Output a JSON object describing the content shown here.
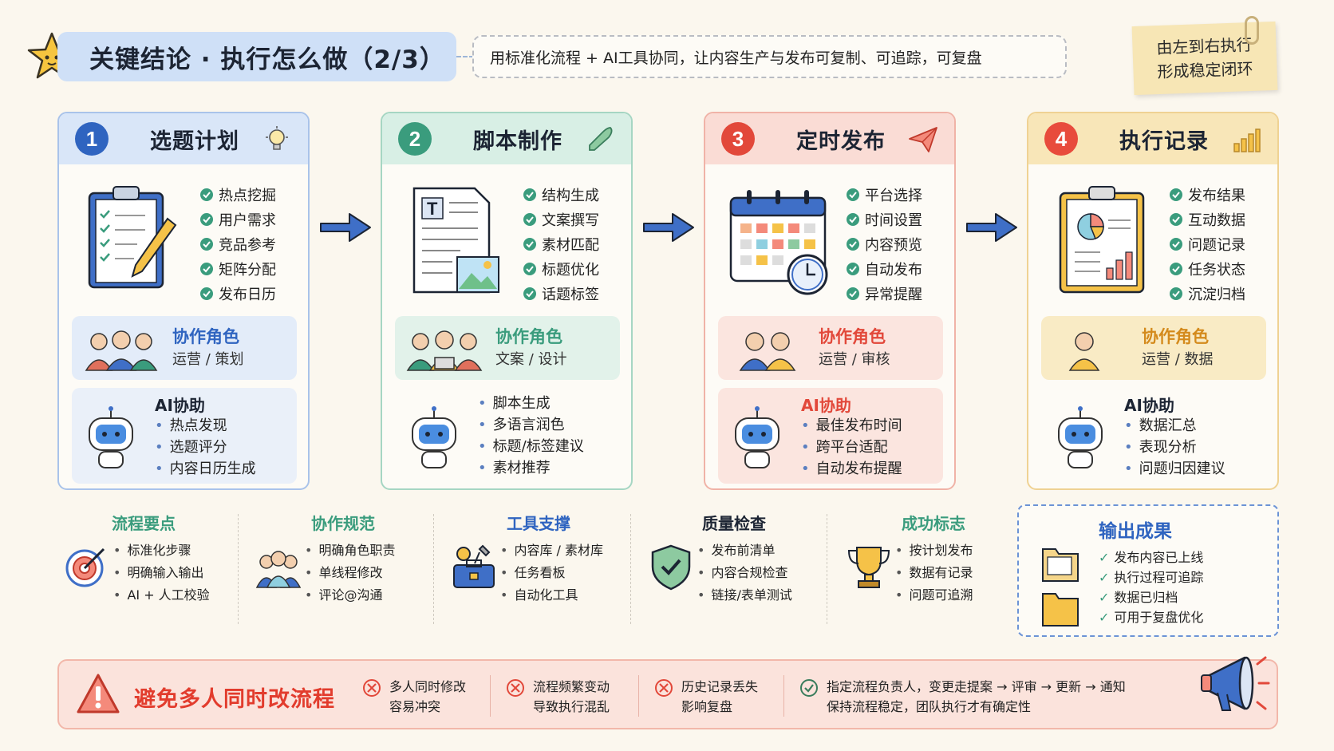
{
  "header": {
    "title": "关键结论 · 执行怎么做（2/3）",
    "subtitle": "用标准化流程 + AI工具协同，让内容生产与发布可复制、可追踪，可复盘",
    "note_line1": "由左到右执行",
    "note_line2": "形成稳定闭环"
  },
  "steps": [
    {
      "num": "1",
      "title": "选题计划",
      "color": "#2f64c0",
      "head_bg": "#d9e6f8",
      "items": [
        "热点挖掘",
        "用户需求",
        "竞品参考",
        "矩阵分配",
        "发布日历"
      ],
      "role_title": "协作角色",
      "role_sub": "运营 / 策划",
      "ai_title": "AI协助",
      "ai_items": [
        "热点发现",
        "选题评分",
        "内容日历生成"
      ]
    },
    {
      "num": "2",
      "title": "脚本制作",
      "color": "#3a9c7d",
      "head_bg": "#d8efe5",
      "items": [
        "结构生成",
        "文案撰写",
        "素材匹配",
        "标题优化",
        "话题标签"
      ],
      "role_title": "协作角色",
      "role_sub": "文案 / 设计",
      "ai_title": "",
      "ai_items": [
        "脚本生成",
        "多语言润色",
        "标题/标签建议",
        "素材推荐"
      ]
    },
    {
      "num": "3",
      "title": "定时发布",
      "color": "#e2483a",
      "head_bg": "#fadcd5",
      "items": [
        "平台选择",
        "时间设置",
        "内容预览",
        "自动发布",
        "异常提醒"
      ],
      "role_title": "协作角色",
      "role_sub": "运营 / 审核",
      "ai_title": "AI协助",
      "ai_items": [
        "最佳发布时间",
        "跨平台适配",
        "自动发布提醒"
      ]
    },
    {
      "num": "4",
      "title": "执行记录",
      "color": "#e84b3c",
      "head_bg": "#f8e6b8",
      "items": [
        "发布结果",
        "互动数据",
        "问题记录",
        "任务状态",
        "沉淀归档"
      ],
      "role_title": "协作角色",
      "role_sub": "运营 / 数据",
      "ai_title": "AI协助",
      "ai_items": [
        "数据汇总",
        "表现分析",
        "问题归因建议"
      ]
    }
  ],
  "info": [
    {
      "title": "流程要点",
      "color": "#3a9c7d",
      "items": [
        "标准化步骤",
        "明确输入输出",
        "AI + 人工校验"
      ]
    },
    {
      "title": "协作规范",
      "color": "#3a9c7d",
      "items": [
        "明确角色职责",
        "单线程修改",
        "评论@沟通"
      ]
    },
    {
      "title": "工具支撑",
      "color": "#2f64c0",
      "items": [
        "内容库 / 素材库",
        "任务看板",
        "自动化工具"
      ]
    },
    {
      "title": "质量检查",
      "color": "#1c2433",
      "items": [
        "发布前清单",
        "内容合规检查",
        "链接/表单测试"
      ]
    },
    {
      "title": "成功标志",
      "color": "#3a9c7d",
      "items": [
        "按计划发布",
        "数据有记录",
        "问题可追溯"
      ]
    }
  ],
  "output": {
    "title": "输出成果",
    "items": [
      "发布内容已上线",
      "执行过程可追踪",
      "数据已归档",
      "可用于复盘优化"
    ]
  },
  "warning": {
    "title": "避免多人同时改流程",
    "items": [
      {
        "line1": "多人同时修改",
        "line2": "容易冲突"
      },
      {
        "line1": "流程频繁变动",
        "line2": "导致执行混乱"
      },
      {
        "line1": "历史记录丢失",
        "line2": "影响复盘"
      }
    ],
    "solution_line1": "指定流程负责人，变更走提案 → 评审 → 更新 → 通知",
    "solution_line2": "保持流程稳定，团队执行才有确定性"
  },
  "colors": {
    "blue": "#2f64c0",
    "green": "#3a9c7d",
    "red": "#e2483a",
    "orange": "#e8a53a",
    "check": "#3a9c7d"
  }
}
